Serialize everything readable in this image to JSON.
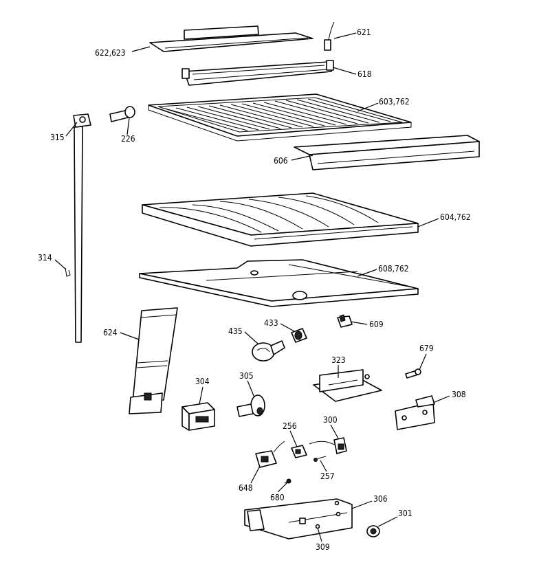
{
  "labels": {
    "l621": "621",
    "l622_623": "622,623",
    "l618": "618",
    "l315": "315",
    "l226": "226",
    "l603_762": "603,762",
    "l606": "606",
    "l604_762": "604,762",
    "l314": "314",
    "l608_762": "608,762",
    "l624": "624",
    "l433": "433",
    "l609": "609",
    "l435": "435",
    "l679": "679",
    "l323": "323",
    "l304": "304",
    "l305": "305",
    "l308": "308",
    "l256": "256",
    "l300": "300",
    "l257": "257",
    "l648": "648",
    "l680": "680",
    "l306": "306",
    "l301": "301",
    "l309": "309"
  }
}
